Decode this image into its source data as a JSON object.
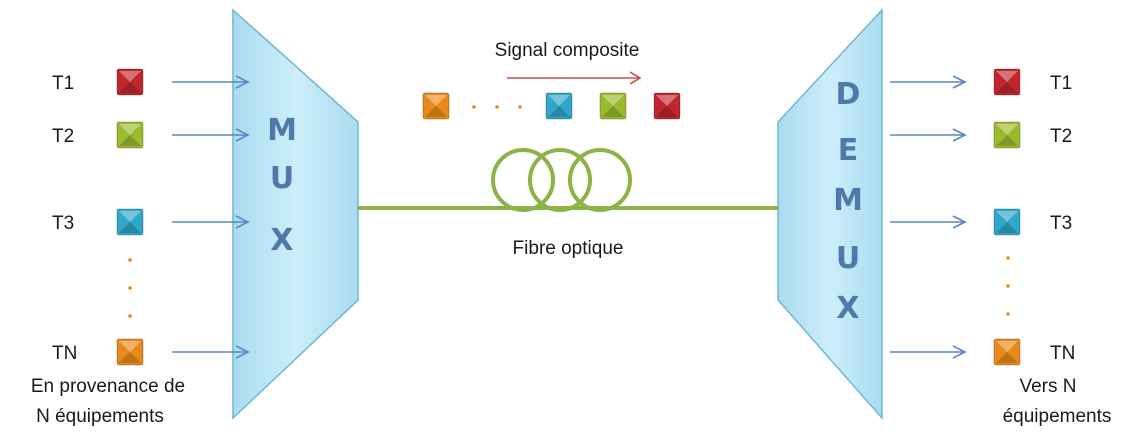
{
  "inputs": [
    {
      "label": "T1",
      "color": "#c0262d"
    },
    {
      "label": "T2",
      "color": "#9bbb2f"
    },
    {
      "label": "T3",
      "color": "#2ea7c9"
    },
    {
      "label": "TN",
      "color": "#e88a1a"
    }
  ],
  "outputs": [
    {
      "label": "T1",
      "color": "#c0262d"
    },
    {
      "label": "T2",
      "color": "#9bbb2f"
    },
    {
      "label": "T3",
      "color": "#2ea7c9"
    },
    {
      "label": "TN",
      "color": "#e88a1a"
    }
  ],
  "mux_letters": [
    "M",
    "U",
    "X"
  ],
  "demux_letters": [
    "D",
    "E",
    "M",
    "U",
    "X"
  ],
  "signal_label": "Signal composite",
  "signal_squares": [
    "#e88a1a",
    "#2ea7c9",
    "#9bbb2f",
    "#c0262d"
  ],
  "fiber_label": "Fibre optique",
  "source_caption": [
    "En provenance de",
    "N équipements"
  ],
  "dest_caption": [
    "Vers N",
    "équipements"
  ],
  "colors": {
    "arrow": "#5b86c5",
    "fiber": "#8db346",
    "signal_arrow": "#c0504d",
    "block_fill": "#b7e3f3",
    "block_stroke": "#6fb6d3"
  }
}
